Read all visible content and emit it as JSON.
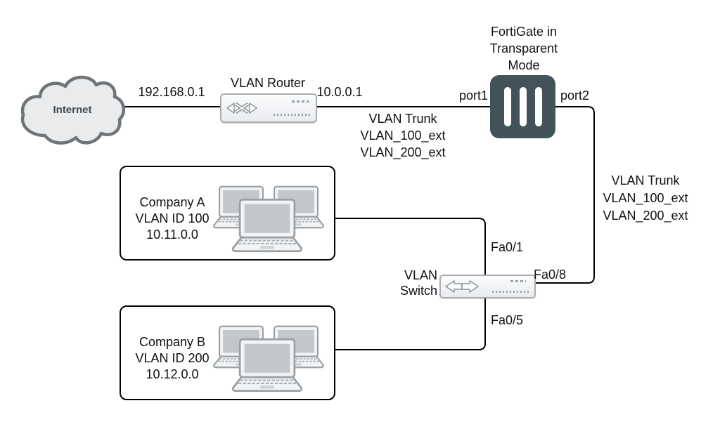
{
  "internet_cloud": {
    "label": "Internet"
  },
  "vlan_router": {
    "title": "VLAN Router",
    "external_ip": "192.168.0.1",
    "internal_ip": "10.0.0.1"
  },
  "fortigate": {
    "title_lines": [
      "FortiGate in",
      "Transparent",
      "Mode"
    ],
    "left_port": "port1",
    "right_port": "port2"
  },
  "trunk_router_to_fortigate": {
    "lines": [
      "VLAN Trunk",
      "VLAN_100_ext",
      "VLAN_200_ext"
    ]
  },
  "trunk_fortigate_to_switch": {
    "lines": [
      "VLAN Trunk",
      "VLAN_100_ext",
      "VLAN_200_ext"
    ]
  },
  "vlan_switch": {
    "title_lines": [
      "VLAN",
      "Switch"
    ],
    "top_port": "Fa0/1",
    "right_port": "Fa0/8",
    "bottom_port": "Fa0/5"
  },
  "company_a": {
    "name": "Company A",
    "vlan_id": "VLAN ID 100",
    "network": "10.11.0.0"
  },
  "company_b": {
    "name": "Company B",
    "vlan_id": "VLAN ID 200",
    "network": "10.12.0.0"
  },
  "colors": {
    "connector_line": "#000000",
    "fortigate_fill": "#42545a",
    "device_fill": "#f2f3f5",
    "device_stroke": "#a9adb3",
    "cloud_fill": "#e9ebec",
    "cloud_stroke": "#6e7478",
    "laptop_screen": "#c3c7cb",
    "text": "#111111"
  }
}
